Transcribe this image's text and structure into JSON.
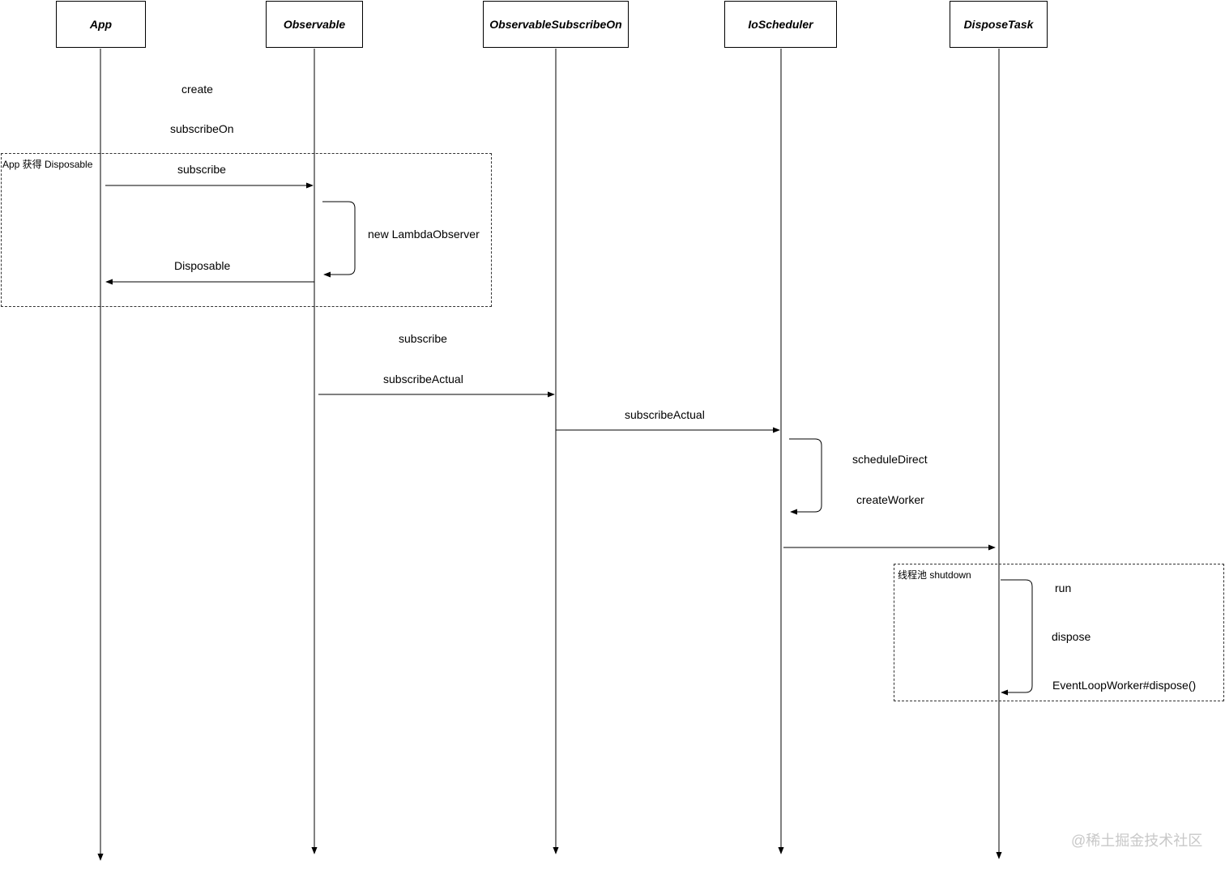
{
  "participants": [
    {
      "label": "App"
    },
    {
      "label": "Observable"
    },
    {
      "label": "ObservableSubscribeOn"
    },
    {
      "label": "IoScheduler"
    },
    {
      "label": "DisposeTask"
    }
  ],
  "messages": {
    "create": "create",
    "subscribeOn": "subscribeOn",
    "subscribe_app": "subscribe",
    "new_lambda_observer": "new LambdaObserver",
    "disposable": "Disposable",
    "subscribe_observable": "subscribe",
    "subscribeActual_observable": "subscribeActual",
    "subscribeActual_subscribeon": "subscribeActual",
    "scheduleDirect": "scheduleDirect",
    "createWorker": "createWorker",
    "run": "run",
    "dispose": "dispose",
    "eventloop_dispose": "EventLoopWorker#dispose()"
  },
  "frames": {
    "app_disposable": "App 获得 Disposable",
    "threadpool_shutdown": "线程池 shutdown"
  },
  "watermark": "@稀土掘金技术社区",
  "colors": {
    "line": "#000000",
    "frame": "#333333",
    "watermark": "#c8c8c8"
  }
}
